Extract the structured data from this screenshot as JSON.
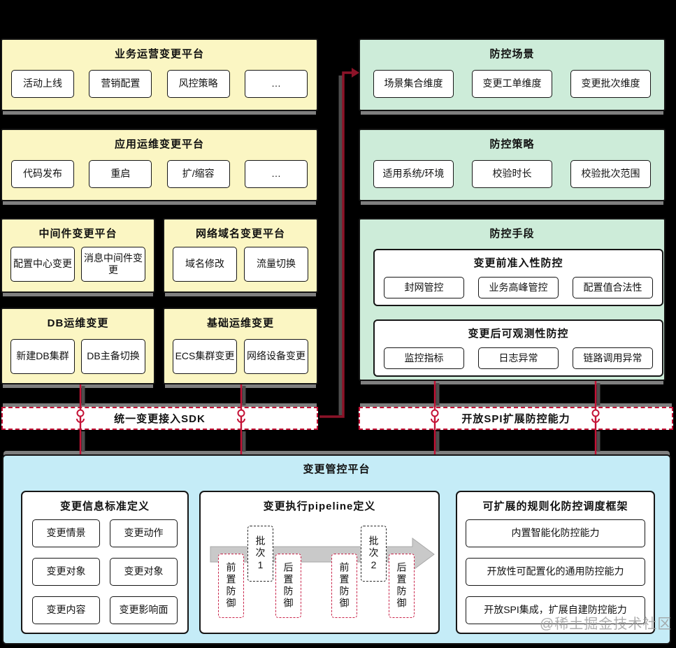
{
  "colors": {
    "background": "#000000",
    "source_platform_yellow": "#fbf6c3",
    "control_panel_green": "#cdecd9",
    "control_platform_blue": "#c5ecf7",
    "connector_red": "#c41236",
    "connector_dark_red": "#8c1328",
    "shadow_gray": "#7f7f7f",
    "pipeline_arrow_gray": "#c9c9c9"
  },
  "left_column": {
    "platforms": [
      {
        "title": "业务运营变更平台",
        "items": [
          "活动上线",
          "营销配置",
          "风控策略",
          "…"
        ]
      },
      {
        "title": "应用运维变更平台",
        "items": [
          "代码发布",
          "重启",
          "扩/缩容",
          "…"
        ]
      },
      {
        "title": "中间件变更平台",
        "items": [
          "配置中心变更",
          "消息中间件变更"
        ]
      },
      {
        "title": "网络域名变更平台",
        "items": [
          "域名修改",
          "流量切换"
        ]
      },
      {
        "title": "DB运维变更",
        "items": [
          "新建DB集群",
          "DB主备切换"
        ]
      },
      {
        "title": "基础运维变更",
        "items": [
          "ECS集群变更",
          "网络设备变更"
        ]
      }
    ]
  },
  "right_column": {
    "panels": [
      {
        "title": "防控场景",
        "items": [
          "场景集合维度",
          "变更工单维度",
          "变更批次维度"
        ]
      },
      {
        "title": "防控策略",
        "items": [
          "适用系统/环境",
          "校验时长",
          "校验批次范围"
        ]
      },
      {
        "title": "防控手段",
        "subpanels": [
          {
            "title": "变更前准入性防控",
            "items": [
              "封网管控",
              "业务高峰管控",
              "配置值合法性"
            ]
          },
          {
            "title": "变更后可观测性防控",
            "items": [
              "监控指标",
              "日志异常",
              "链路调用异常"
            ]
          }
        ]
      }
    ]
  },
  "connector_bars": {
    "sdk_label": "统一变更接入SDK",
    "spi_label": "开放SPI扩展防控能力"
  },
  "control_platform": {
    "title": "变更管控平台",
    "info_definition": {
      "title": "变更信息标准定义",
      "items": [
        "变更情景",
        "变更动作",
        "变更对象",
        "变更对象",
        "变更内容",
        "变更影响面"
      ]
    },
    "pipeline_definition": {
      "title": "变更执行pipeline定义",
      "stages": [
        {
          "label": "前置防御",
          "kind": "guard"
        },
        {
          "label": "批次1",
          "kind": "batch"
        },
        {
          "label": "后置防御",
          "kind": "guard"
        },
        {
          "label": "前置防御",
          "kind": "guard"
        },
        {
          "label": "批次2",
          "kind": "batch"
        },
        {
          "label": "后置防御",
          "kind": "guard"
        }
      ]
    },
    "scheduling_framework": {
      "title": "可扩展的规则化防控调度框架",
      "items": [
        "内置智能化防控能力",
        "开放性可配置化的通用防控能力",
        "开放SPI集成，扩展自建防控能力"
      ]
    }
  },
  "watermark": "@稀土掘金技术社区"
}
